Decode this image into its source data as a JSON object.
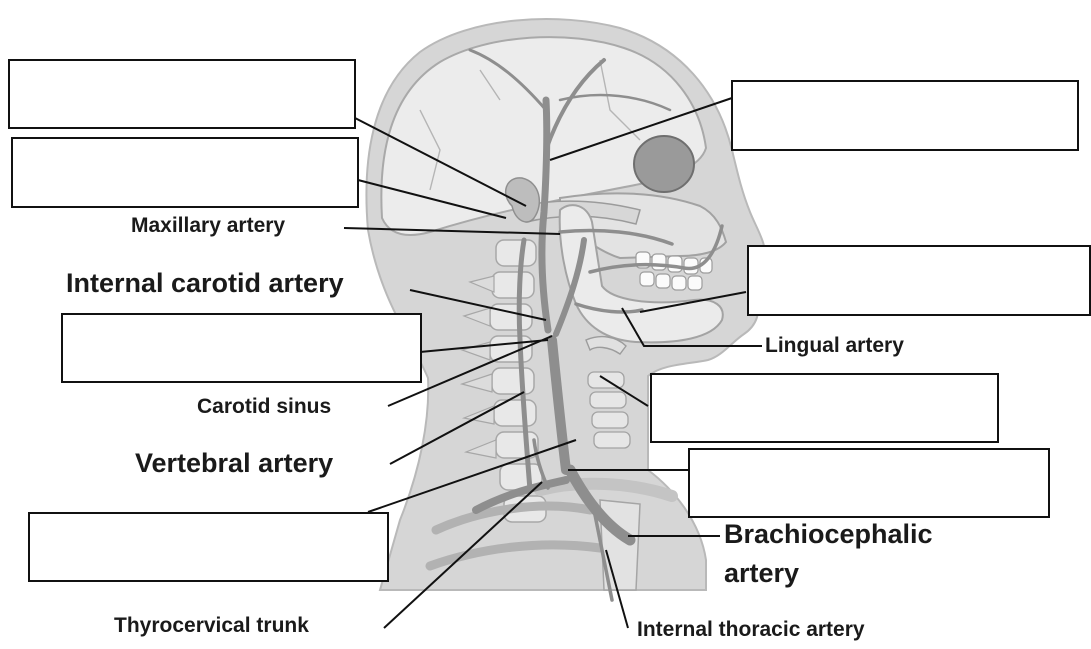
{
  "labels": {
    "maxillary_artery": "Maxillary artery",
    "internal_carotid_artery": "Internal carotid artery",
    "lingual_artery": "Lingual artery",
    "carotid_sinus": "Carotid sinus",
    "vertebral_artery": "Vertebral artery",
    "brachiocephalic_line1": "Brachiocephalic",
    "brachiocephalic_line2": "artery",
    "thyrocervical_trunk": "Thyrocervical trunk",
    "internal_thoracic_artery": "Internal thoracic artery"
  },
  "blank_label_count": 8,
  "colors": {
    "background": "#ffffff",
    "bone": "#e6e6e6",
    "skin": "#d4d4d4",
    "artery": "#8e8e8e",
    "leader_line": "#111111",
    "label_text": "#1a1a1a"
  }
}
